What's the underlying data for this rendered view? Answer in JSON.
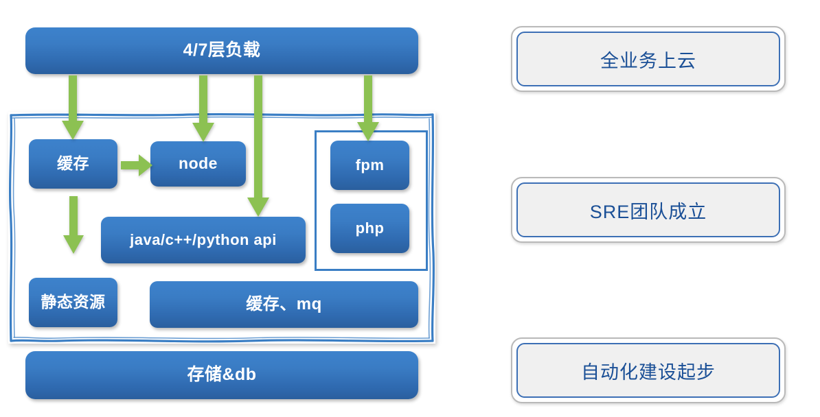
{
  "diagram": {
    "title": "Architecture evolution diagram",
    "colors": {
      "box_blue_top": "#3d82cc",
      "box_blue_bottom": "#2a5f9e",
      "arrow_green": "#8cc152",
      "sketch_border_blue": "#3a7ec4",
      "callout_text_blue": "#1a4f96",
      "callout_fill": "#f0f0f0",
      "callout_outer_border": "#b9b9b9"
    },
    "top_layer": {
      "label": "4/7层负载"
    },
    "container": {
      "name": "application-layer-group",
      "boxes": [
        {
          "id": "cache",
          "label": "缓存"
        },
        {
          "id": "node",
          "label": "node"
        },
        {
          "id": "api",
          "label": "java/c++/python api"
        },
        {
          "id": "static",
          "label": "静态资源"
        },
        {
          "id": "cache-mq",
          "label": "缓存、mq"
        }
      ],
      "subgroup": {
        "name": "php-runtime-group",
        "boxes": [
          {
            "id": "fpm",
            "label": "fpm"
          },
          {
            "id": "php",
            "label": "php"
          }
        ]
      }
    },
    "storage_layer": {
      "label": "存储&db"
    },
    "arrows": [
      {
        "id": "lb-to-cache",
        "direction": "down",
        "from": "4/7层负载",
        "to": "缓存"
      },
      {
        "id": "lb-to-node",
        "direction": "down",
        "from": "4/7层负载",
        "to": "node"
      },
      {
        "id": "lb-to-api",
        "direction": "down",
        "from": "4/7层负载",
        "to": "java/c++/python api"
      },
      {
        "id": "lb-to-fpm",
        "direction": "down",
        "from": "4/7层负载",
        "to": "fpm"
      },
      {
        "id": "cache-to-node",
        "direction": "right",
        "from": "缓存",
        "to": "node"
      },
      {
        "id": "cache-to-static",
        "direction": "down",
        "from": "缓存",
        "to": "静态资源"
      }
    ],
    "milestones": [
      {
        "id": "cloud",
        "label": "全业务上云"
      },
      {
        "id": "sre",
        "label": "SRE团队成立"
      },
      {
        "id": "automation",
        "label": "自动化建设起步"
      }
    ]
  }
}
